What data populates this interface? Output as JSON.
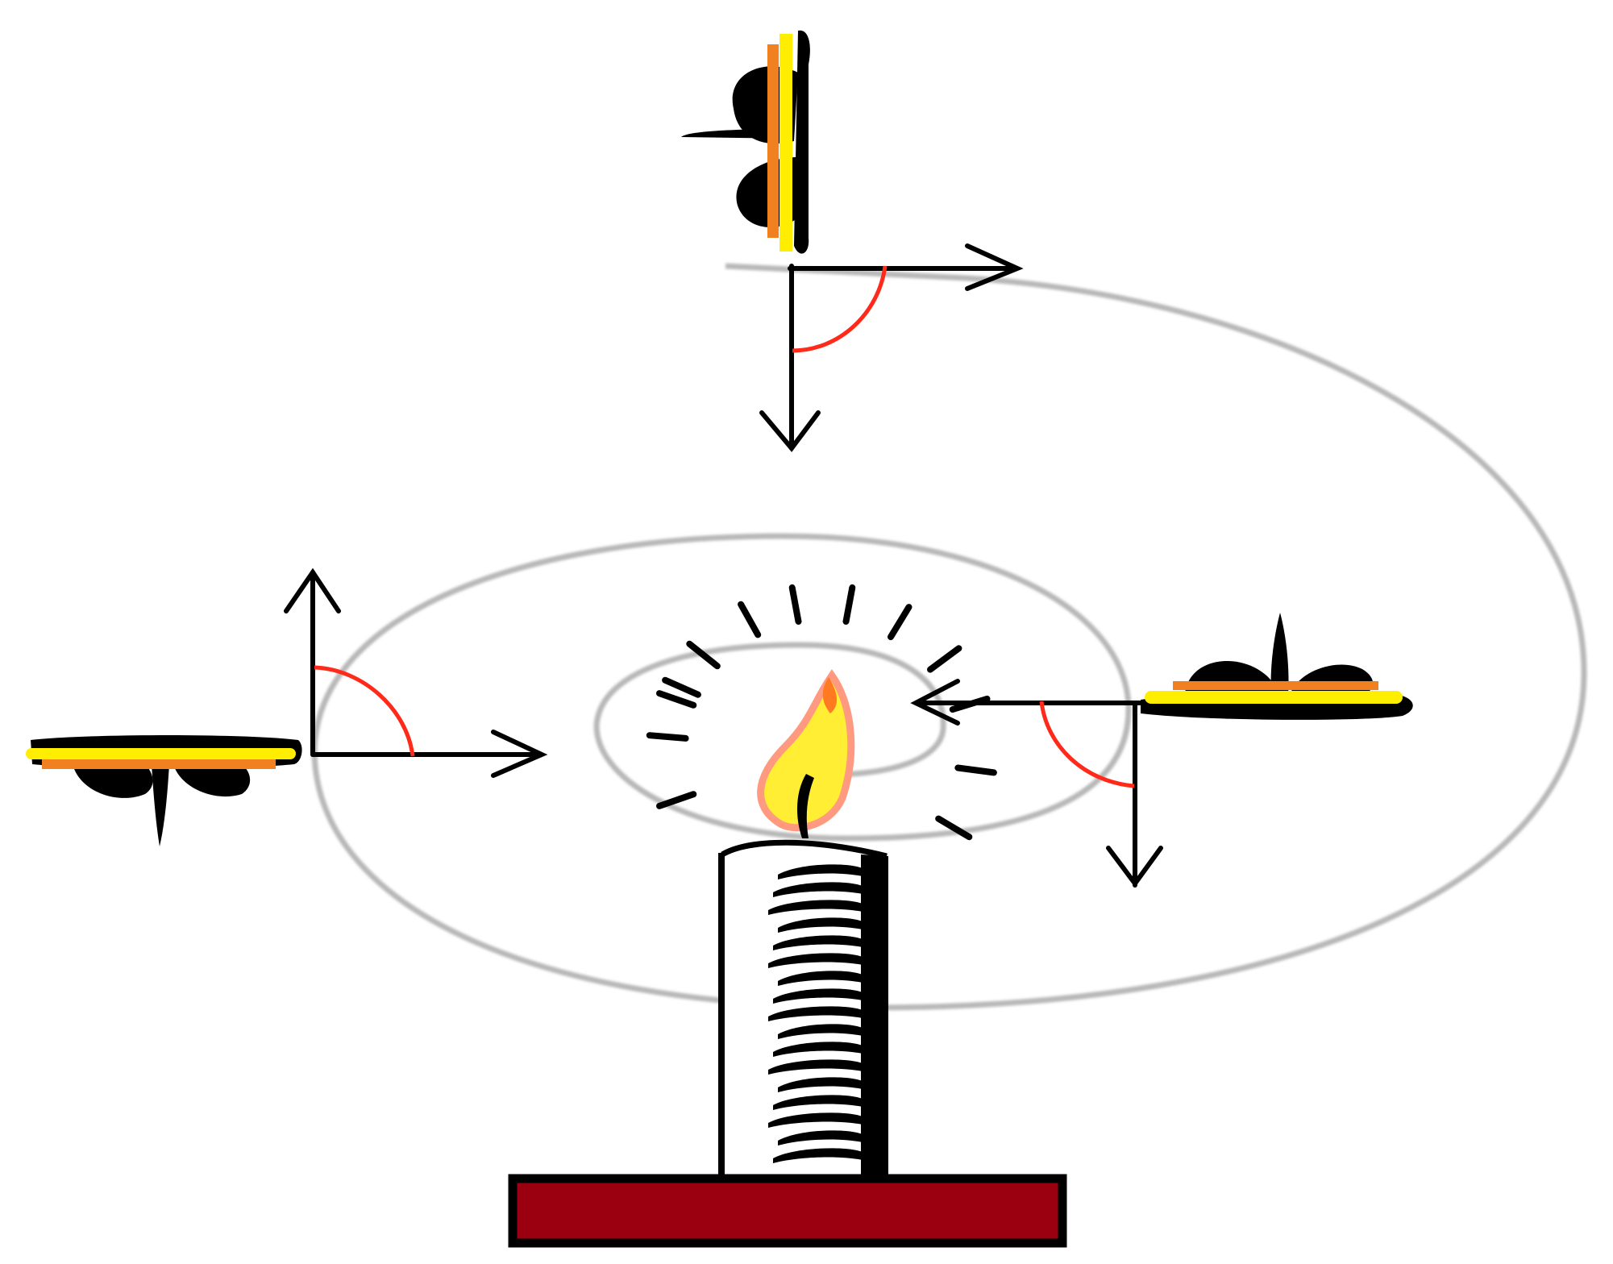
{
  "diagram": {
    "type": "moth-spiral-flight-to-candle",
    "colors": {
      "spiral": "#b8b8b8",
      "ink": "#000000",
      "angle_arc": "#ff2a1a",
      "wing_stripe_yellow": "#ffee00",
      "wing_stripe_orange": "#f08020",
      "flame_outer": "#ff9a80",
      "flame_inner": "#ffee33",
      "base": "#9a0010"
    },
    "moths": [
      {
        "id": "top",
        "orientation": "vertical"
      },
      {
        "id": "right",
        "orientation": "horizontal"
      },
      {
        "id": "left",
        "orientation": "horizontal"
      }
    ],
    "angle_markers": 3
  }
}
